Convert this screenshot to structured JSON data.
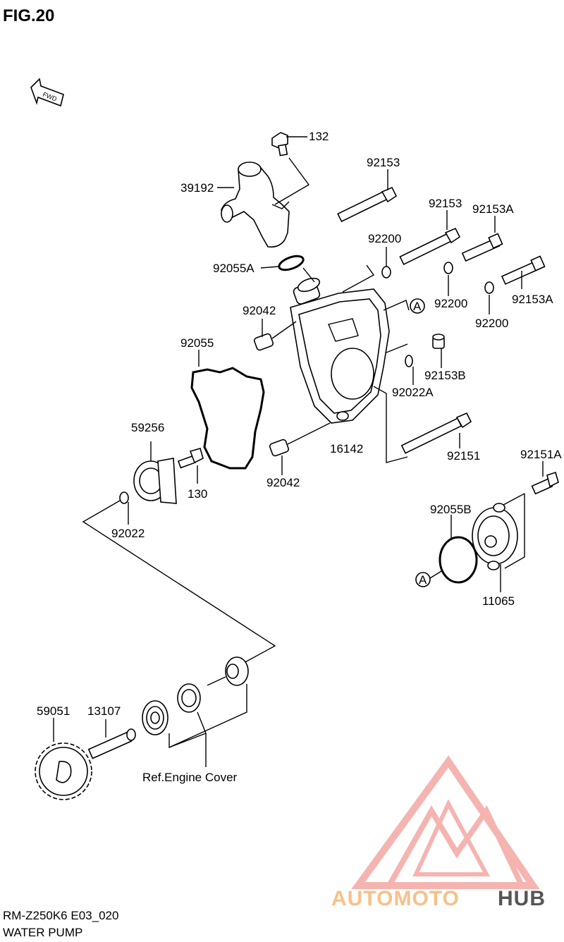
{
  "figure": {
    "title": "FIG.20",
    "fwd_label": "FWD"
  },
  "parts": [
    {
      "id": "p132",
      "label": "132"
    },
    {
      "id": "p39192",
      "label": "39192"
    },
    {
      "id": "p92153a",
      "label": "92153"
    },
    {
      "id": "p92153b",
      "label": "92153"
    },
    {
      "id": "p92153A1",
      "label": "92153A"
    },
    {
      "id": "p92200a",
      "label": "92200"
    },
    {
      "id": "p92055A",
      "label": "92055A"
    },
    {
      "id": "p92042a",
      "label": "92042"
    },
    {
      "id": "p92200b",
      "label": "92200"
    },
    {
      "id": "p92153A2",
      "label": "92153A"
    },
    {
      "id": "p92200c",
      "label": "92200"
    },
    {
      "id": "p92055",
      "label": "92055"
    },
    {
      "id": "p92153B",
      "label": "92153B"
    },
    {
      "id": "p92022A",
      "label": "92022A"
    },
    {
      "id": "p59256",
      "label": "59256"
    },
    {
      "id": "p16142",
      "label": "16142"
    },
    {
      "id": "p92151",
      "label": "92151"
    },
    {
      "id": "p92151A",
      "label": "92151A"
    },
    {
      "id": "p130",
      "label": "130"
    },
    {
      "id": "p92042b",
      "label": "92042"
    },
    {
      "id": "p92055B",
      "label": "92055B"
    },
    {
      "id": "p92022",
      "label": "92022"
    },
    {
      "id": "p11065",
      "label": "11065"
    },
    {
      "id": "p59051",
      "label": "59051"
    },
    {
      "id": "p13107",
      "label": "13107"
    }
  ],
  "refs": {
    "marker": "A",
    "engine_cover": "Ref.Engine Cover"
  },
  "footer": {
    "model_code": "RM-Z250K6 E03_020",
    "section_title": "WATER PUMP"
  },
  "watermark": {
    "word_part1": "AUTOMOTO",
    "word_part2": "HUB",
    "color_primary": "#f4a7a3",
    "color_accent": "#f7c08a",
    "color_dark": "#555555"
  }
}
